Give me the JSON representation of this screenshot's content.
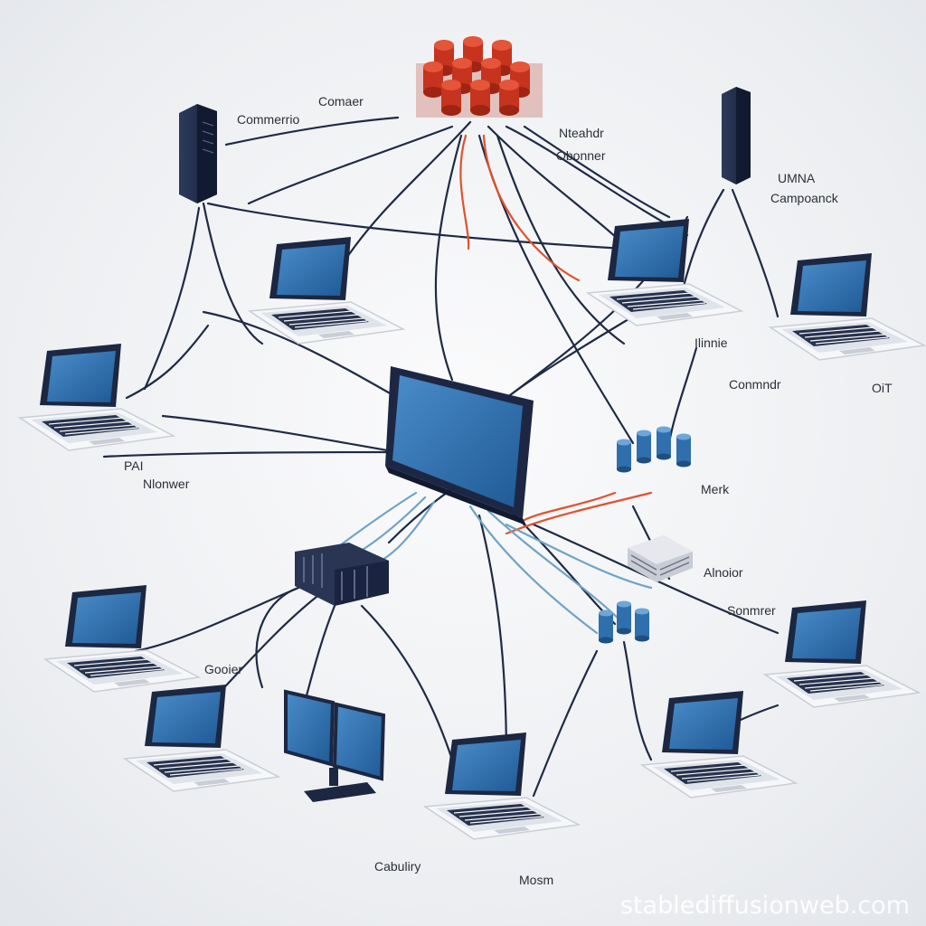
{
  "diagram": {
    "labels": {
      "l1": "Comaer",
      "l2": "Commerrio",
      "l3": "Nteahdr",
      "l4": "Obonner",
      "l5": "UMNA",
      "l6": "Campoanck",
      "l7": "Ilinnie",
      "l8": "Conmndr",
      "l9": "OiT",
      "l10": "Nlonwer",
      "l11": "PAI",
      "l12": "Merk",
      "l13": "Alnoior",
      "l14": "Sonmrer",
      "l15": "Gooier",
      "l16": "Cabuliry",
      "l17": "Mosm"
    },
    "watermark": "stablediffusionweb.com"
  },
  "colors": {
    "cable_dark": "#1e2a45",
    "cable_red": "#e0522f",
    "cable_light": "#6fa3c6",
    "screen": "#2f6fae",
    "device": "#27324d"
  }
}
